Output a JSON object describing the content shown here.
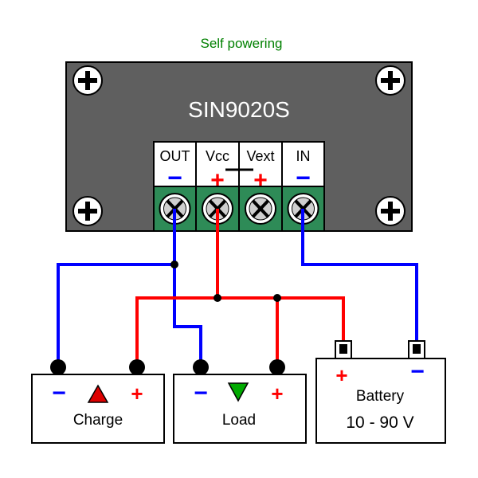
{
  "title": "Self powering",
  "module": {
    "name": "SIN9020S",
    "terminals": [
      {
        "label": "OUT",
        "sign": "−"
      },
      {
        "label": "Vcc",
        "sign": "+"
      },
      {
        "label": "Vext",
        "sign": "+"
      },
      {
        "label": "IN",
        "sign": "−"
      }
    ]
  },
  "devices": {
    "charge": {
      "label": "Charge",
      "minus": "−",
      "plus": "+"
    },
    "load": {
      "label": "Load",
      "minus": "−",
      "plus": "+"
    },
    "battery": {
      "label": "Battery",
      "range": "10 - 90 V",
      "plus": "+",
      "minus": "−"
    }
  },
  "colors": {
    "title": "#008000",
    "panel": "#5f5f5f",
    "terminal_block": "#2e8b57",
    "positive_wire": "#ff0000",
    "negative_wire": "#0000ff",
    "device_fill": "#ffffff",
    "charge_arrow": "#dd0000",
    "load_arrow": "#00aa00"
  }
}
